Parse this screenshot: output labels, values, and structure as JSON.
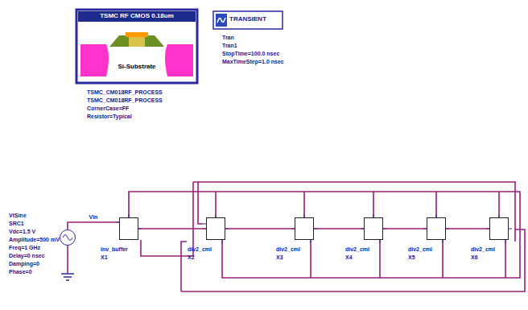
{
  "diagram": {
    "nodes": [
      {
        "text": [
          "TSMC RF CMOS 0.18um",
          "Si-Substrate"
        ]
      },
      {
        "text": [
          "TRANSIENT"
        ]
      },
      {
        "text": [
          "VtSine",
          "SRC1",
          "Vdc=1.5 V",
          "Amplitude=500 mV",
          "Freq=1 GHz",
          "Delay=0 nsec",
          "Damping=0",
          "Phase=0"
        ]
      },
      {
        "text": [
          "inv_buffer",
          "X1"
        ]
      },
      {
        "text": [
          "div2_cml",
          "X2"
        ]
      },
      {
        "text": [
          "div2_cml",
          "X3"
        ]
      },
      {
        "text": [
          "div2_cml",
          "X4"
        ]
      },
      {
        "text": [
          "div2_cml",
          "X5"
        ]
      },
      {
        "text": [
          "div2_cml",
          "X6"
        ]
      }
    ],
    "edges": [
      {
        "from": 2,
        "to": 3,
        "arrow": "none",
        "label": "Vin"
      },
      {
        "from": 3,
        "to": 4,
        "arrow": "none"
      },
      {
        "from": 4,
        "to": 5,
        "arrow": "none"
      },
      {
        "from": 5,
        "to": 6,
        "arrow": "none"
      },
      {
        "from": 6,
        "to": 7,
        "arrow": "none"
      },
      {
        "from": 7,
        "to": 8,
        "arrow": "none"
      }
    ],
    "labels": [
      "TSMC_CM018RF_PROCESS",
      "TSMC_CM018RF_PROCESS",
      "CornerCase=FF",
      "Resistor=Typical",
      "Tran",
      "Tran1",
      "StopTime=100.0 nsec",
      "MaxTimeStep=1.0 nsec"
    ]
  }
}
